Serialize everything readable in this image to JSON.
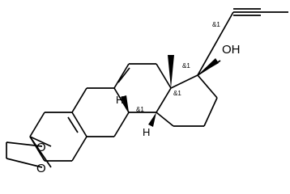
{
  "molecule": {
    "labels": {
      "oh": "OH",
      "o_upper": "O",
      "o_lower": "O",
      "h_c9": "H",
      "h_c14": "H"
    },
    "stereo_labels": {
      "c17": "&1",
      "c13": "&1",
      "c14": "&1",
      "c8": "&1"
    }
  }
}
